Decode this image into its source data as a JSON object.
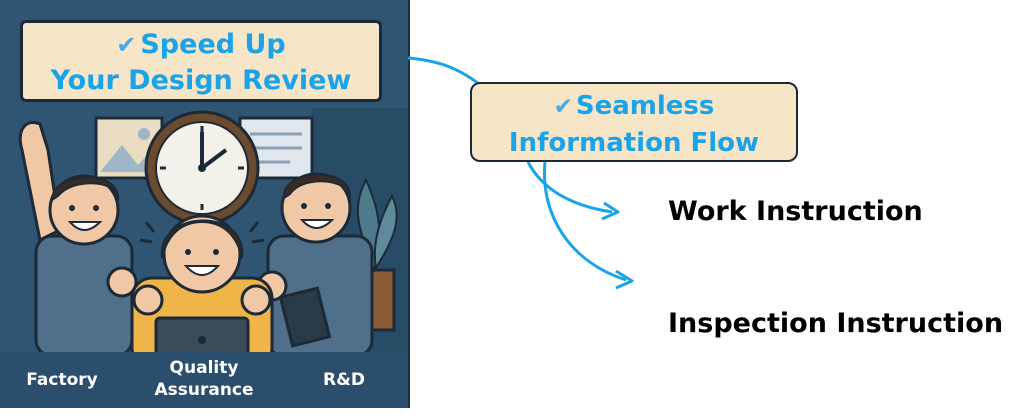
{
  "illustration": {
    "title_line1": "Speed Up",
    "title_line2": "Your Design Review",
    "check_glyph": "✔",
    "roles": {
      "left": "Factory",
      "center_line1": "Quality",
      "center_line2": "Assurance",
      "right": "R&D"
    }
  },
  "flow": {
    "title_line1": "Seamless",
    "title_line2": "Information Flow",
    "check_glyph": "✔",
    "targets": [
      "Work Instruction",
      "Inspection Instruction"
    ]
  },
  "colors": {
    "panel_bg": "#2f5573",
    "box_bg": "#f7e5c7",
    "title_text": "#1aa3e8",
    "arrow": "#1aa3e8"
  }
}
